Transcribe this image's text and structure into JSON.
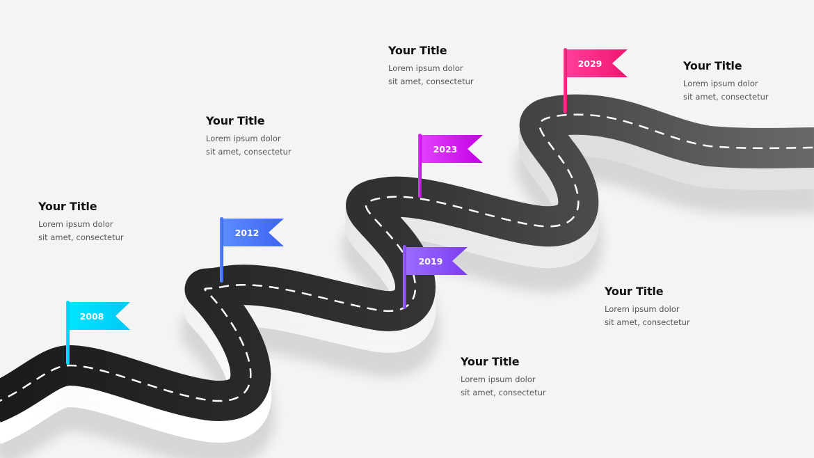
{
  "milestones": [
    {
      "year": "2008",
      "title": "Your Title",
      "line1": "Lorem ipsum dolor",
      "line2": "sit amet, consectetur",
      "color_start": "#00e5ff",
      "color_end": "#00c8f5"
    },
    {
      "year": "2012",
      "title": "Your Title",
      "line1": "Lorem ipsum dolor",
      "line2": "sit amet, consectetur",
      "color_start": "#5b8cff",
      "color_end": "#3f63f0"
    },
    {
      "year": "2023",
      "title": "Your Title",
      "line1": "Lorem ipsum dolor",
      "line2": "sit amet, consectetur",
      "color_start": "#e040fb",
      "color_end": "#c400e6"
    },
    {
      "year": "2019",
      "title": "Your Title",
      "line1": "Lorem ipsum dolor",
      "line2": "sit amet, consectetur",
      "color_start": "#9a6bff",
      "color_end": "#7c3df0"
    },
    {
      "year": "2029",
      "title": "Your Title",
      "line1": "Lorem ipsum dolor",
      "line2": "sit amet, consectetur",
      "color_start": "#ff3d9a",
      "color_end": "#f0166e"
    },
    {
      "title": "Your Title",
      "line1": "Lorem ipsum dolor",
      "line2": "sit amet, consectetur"
    }
  ],
  "colors": {
    "background": "#f4f4f4",
    "road_dark": "#1e1e1e",
    "road_light": "#5a5a5a",
    "road_side": "#ffffff",
    "lane_marking": "#ffffff"
  }
}
